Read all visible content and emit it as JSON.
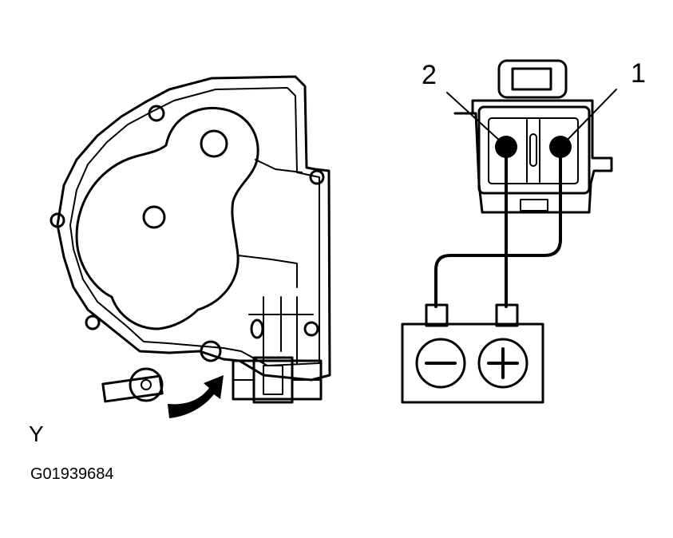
{
  "labels": {
    "terminal_2": "2",
    "terminal_1": "1",
    "view": "Y",
    "figure_code": "G01939684"
  },
  "battery": {
    "negative_symbol": "−",
    "positive_symbol": "+"
  }
}
